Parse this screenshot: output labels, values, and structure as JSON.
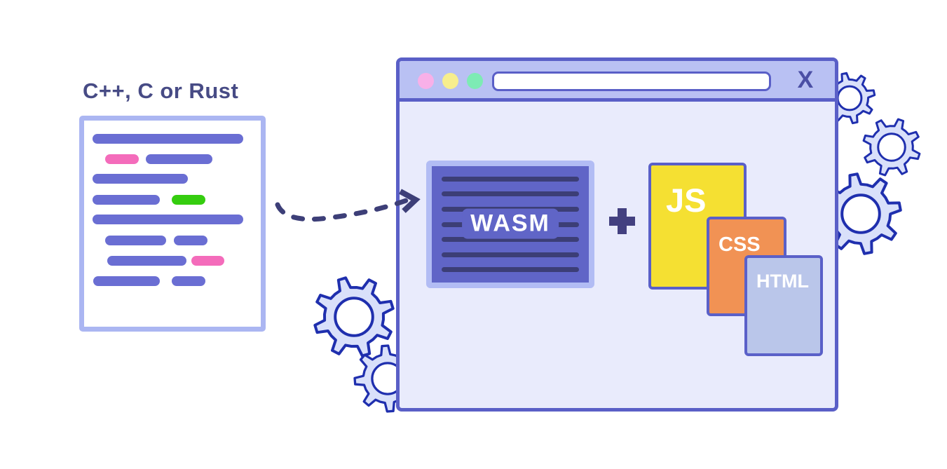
{
  "title": "C++, C or Rust",
  "browser": {
    "close_label": "X",
    "url_value": "",
    "url_placeholder": ""
  },
  "content": {
    "wasm_label": "WASM",
    "plus_sign": "+",
    "cards": {
      "js": "JS",
      "css": "CSS",
      "html": "HTML"
    }
  },
  "icons": [
    "gear-icon",
    "window-dot-icon",
    "plus-icon",
    "dashed-arrow-icon",
    "close-x"
  ],
  "colors": {
    "ink": "#474b85",
    "box-border": "#abb6f2",
    "bar-purple": "#6a6ed3",
    "bar-pink": "#f46cbb",
    "bar-green": "#35cd0f",
    "win-border": "#5a5fc7",
    "titlebar": "#b9c1f3",
    "win-body": "#e9ebfc",
    "dot-pink": "#f8b0e8",
    "dot-yellow": "#f7ee8d",
    "dot-green": "#7debb4",
    "close": "#4b4fa5",
    "wasm-border": "#b2bcf4",
    "wasm-fill": "#6065c7",
    "wasm-line": "#3c3e76",
    "plus": "#434080",
    "card-border": "#5a60c8",
    "js": "#f5e032",
    "css": "#f19254",
    "html": "#bac6ea",
    "gear-fill": "#d9e0fa",
    "gear-stroke": "#1f2fae",
    "arrow": "#3d3f78"
  }
}
